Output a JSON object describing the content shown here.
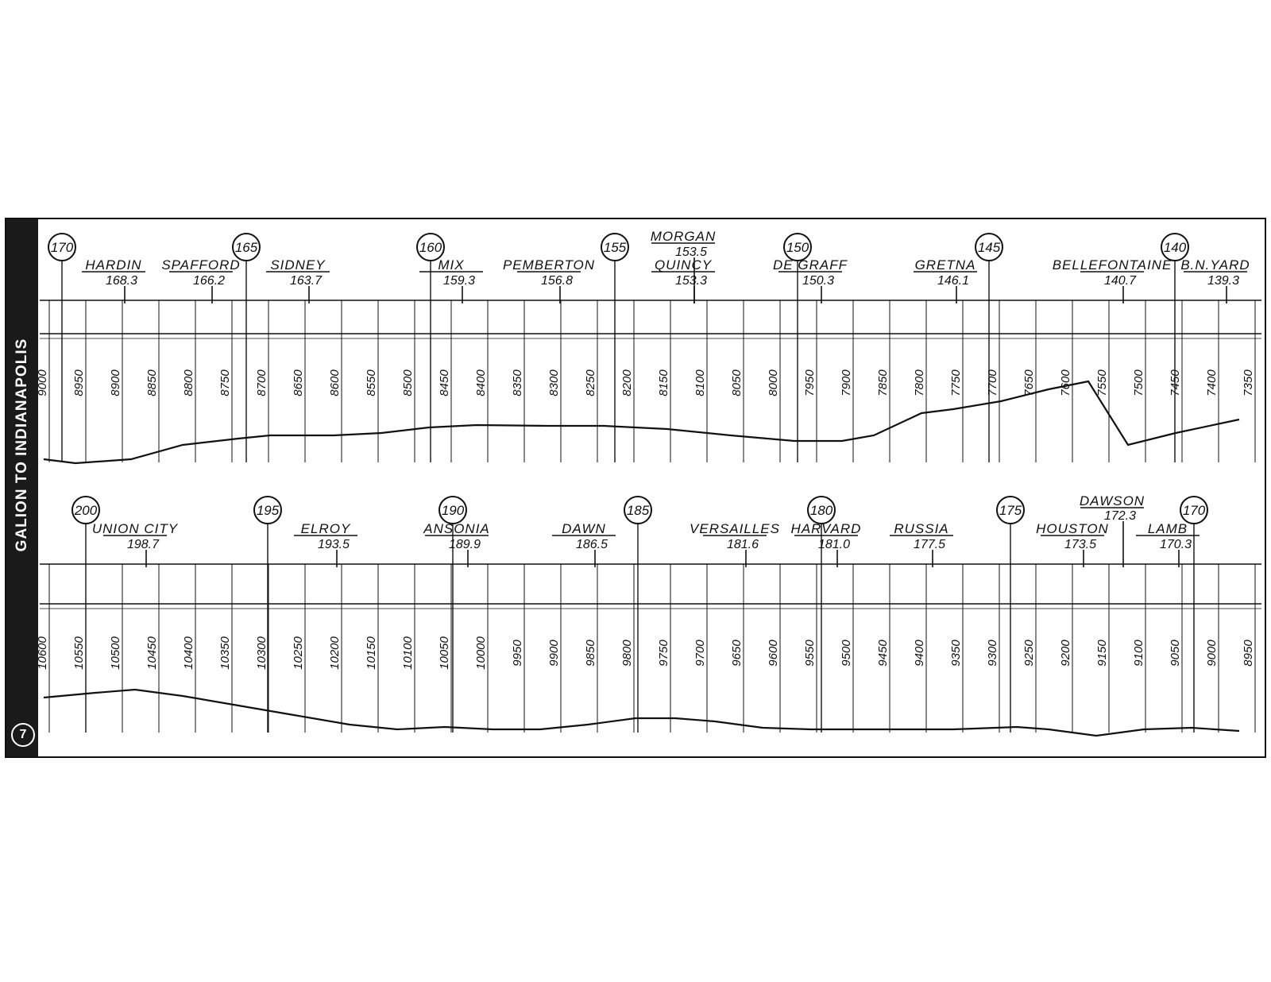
{
  "side_title": "GALION TO INDIANAPOLIS",
  "page_number": "7",
  "colors": {
    "ink": "#111111",
    "paper": "#ffffff",
    "strip": "#1a1a1a"
  },
  "upper_panel": {
    "mileposts": [
      "170",
      "165",
      "160",
      "155",
      "150",
      "145",
      "140"
    ],
    "stations": [
      {
        "name": "HARDIN",
        "mile": "168.3"
      },
      {
        "name": "SPAFFORD",
        "mile": "166.2"
      },
      {
        "name": "SIDNEY",
        "mile": "163.7"
      },
      {
        "name": "MIX",
        "mile": "159.3"
      },
      {
        "name": "PEMBERTON",
        "mile": "156.8"
      },
      {
        "name": "MORGAN",
        "mile": "153.5"
      },
      {
        "name": "QUINCY",
        "mile": "153.3"
      },
      {
        "name": "DE GRAFF",
        "mile": "150.3"
      },
      {
        "name": "GRETNA",
        "mile": "146.1"
      },
      {
        "name": "BELLEFONTAINE",
        "mile": "140.7"
      },
      {
        "name": "B.N.YARD",
        "mile": "139.3"
      }
    ],
    "elevations": [
      "9000",
      "8950",
      "8900",
      "8850",
      "8800",
      "8750",
      "8700",
      "8650",
      "8600",
      "8550",
      "8500",
      "8450",
      "8400",
      "8350",
      "8300",
      "8250",
      "8200",
      "8150",
      "8100",
      "8050",
      "8000",
      "7950",
      "7900",
      "7850",
      "7800",
      "7750",
      "7700",
      "7650",
      "7600",
      "7550",
      "7500",
      "7450",
      "7400",
      "7350"
    ]
  },
  "lower_panel": {
    "mileposts": [
      "200",
      "195",
      "190",
      "185",
      "180",
      "175",
      "170"
    ],
    "stations": [
      {
        "name": "UNION CITY",
        "mile": "198.7"
      },
      {
        "name": "ELROY",
        "mile": "193.5"
      },
      {
        "name": "ANSONIA",
        "mile": "189.9"
      },
      {
        "name": "DAWN",
        "mile": "186.5"
      },
      {
        "name": "VERSAILLES",
        "mile": "181.6"
      },
      {
        "name": "HARVARD",
        "mile": "181.0"
      },
      {
        "name": "RUSSIA",
        "mile": "177.5"
      },
      {
        "name": "HOUSTON",
        "mile": "173.5"
      },
      {
        "name": "DAWSON",
        "mile": "172.3"
      },
      {
        "name": "LAMB",
        "mile": "170.3"
      }
    ],
    "elevations": [
      "10600",
      "10550",
      "10500",
      "10450",
      "10400",
      "10350",
      "10300",
      "10250",
      "10200",
      "10150",
      "10100",
      "10050",
      "10000",
      "9950",
      "9900",
      "9850",
      "9800",
      "9750",
      "9700",
      "9650",
      "9600",
      "9550",
      "9500",
      "9450",
      "9400",
      "9350",
      "9300",
      "9250",
      "9200",
      "9150",
      "9100",
      "9050",
      "9000",
      "8950"
    ]
  }
}
